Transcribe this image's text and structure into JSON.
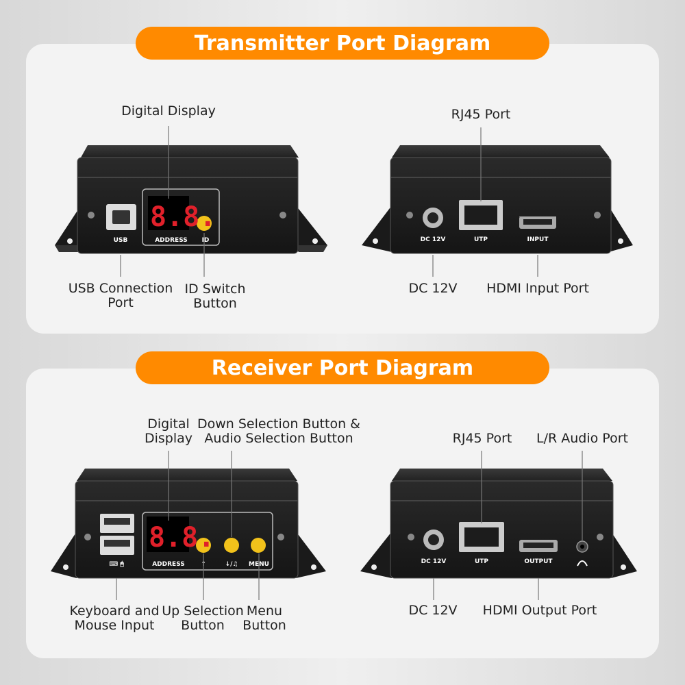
{
  "transmitter": {
    "title": "Transmitter Port Diagram",
    "front_labels": {
      "digital_display": "Digital Display",
      "usb_port_line1": "USB Connection",
      "usb_port_line2": "Port",
      "id_switch_line1": "ID Switch",
      "id_switch_line2": "Button"
    },
    "front_panel_text": {
      "usb": "USB",
      "address": "ADDRESS",
      "id": "ID",
      "display": "8.8."
    },
    "back_labels": {
      "rj45": "RJ45 Port",
      "dc": "DC 12V",
      "hdmi_input": "HDMI Input Port"
    },
    "back_panel_text": {
      "dc": "DC 12V",
      "utp": "UTP",
      "input": "INPUT"
    }
  },
  "receiver": {
    "title": "Receiver Port Diagram",
    "front_labels": {
      "digital_display_line1": "Digital",
      "digital_display_line2": "Display",
      "down_selection_line1": "Down Selection Button &",
      "down_selection_line2": "Audio Selection Button",
      "keyboard_line1": "Keyboard and",
      "keyboard_line2": "Mouse Input",
      "up_selection_line1": "Up Selection",
      "up_selection_line2": "Button",
      "menu_line1": "Menu",
      "menu_line2": "Button"
    },
    "front_panel_text": {
      "address": "ADDRESS",
      "up": "↑",
      "down": "↓/♫",
      "menu": "MENU",
      "display": "8.8.",
      "kbd": "⌨ 🖱"
    },
    "back_labels": {
      "rj45": "RJ45 Port",
      "audio": "L/R Audio Port",
      "dc": "DC 12V",
      "hdmi_output": "HDMI Output Port"
    },
    "back_panel_text": {
      "dc": "DC 12V",
      "utp": "UTP",
      "output": "OUTPUT"
    }
  },
  "colors": {
    "accent": "#ff8a00",
    "button": "#f2c21b",
    "display_digits": "#e0202a",
    "device": "#1c1c1c"
  }
}
